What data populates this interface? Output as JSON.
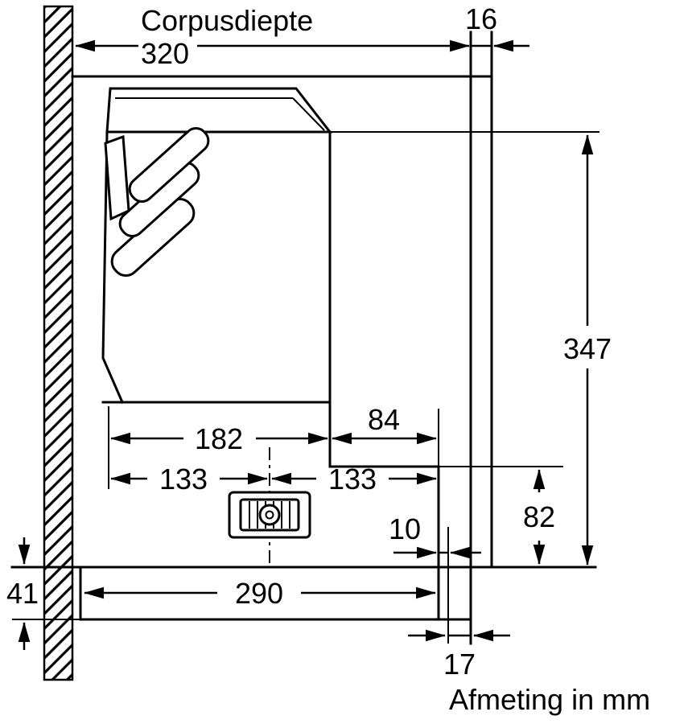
{
  "labels": {
    "corpus_depth": "Corpusdiepte",
    "footer": "Afmeting in mm"
  },
  "dims": {
    "corpus_depth": "320",
    "panel_thickness": "16",
    "inner_height": "347",
    "body_depth": "182",
    "rear_clearance": "84",
    "center_to_left": "133",
    "center_to_right": "133",
    "front_gap": "10",
    "lower_section_height": "82",
    "visor_depth": "290",
    "visor_height": "41",
    "front_panel_depth": "17"
  }
}
